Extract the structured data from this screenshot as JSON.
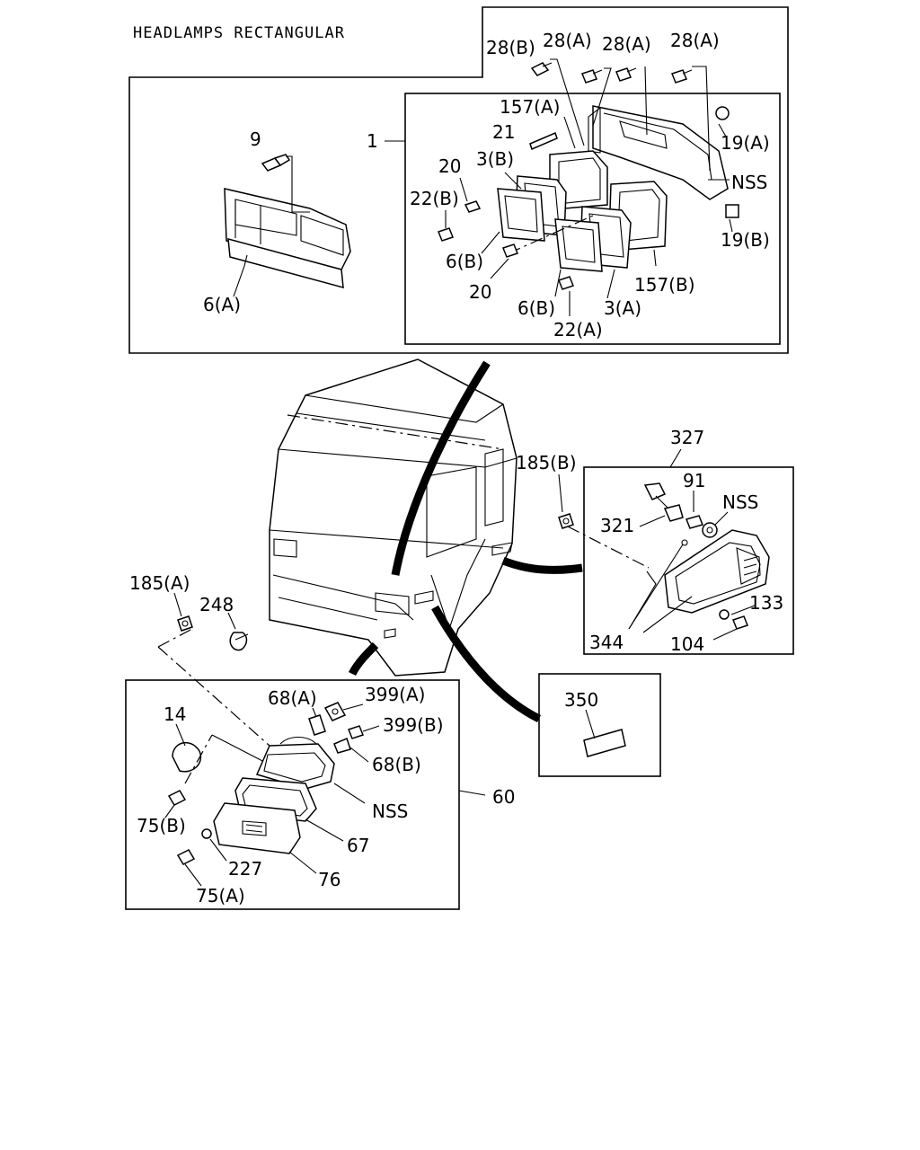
{
  "title": "HEADLAMPS RECTANGULAR",
  "labels": {
    "l_28b": "28(B)",
    "l_28a_1": "28(A)",
    "l_28a_2": "28(A)",
    "l_28a_3": "28(A)",
    "l_157a": "157(A)",
    "l_21": "21",
    "l_1": "1",
    "l_9": "9",
    "l_20_top": "20",
    "l_3b": "3(B)",
    "l_22b": "22(B)",
    "l_19a": "19(A)",
    "l_nss_top": "NSS",
    "l_19b": "19(B)",
    "l_6b_left": "6(B)",
    "l_20_bot": "20",
    "l_157b": "157(B)",
    "l_6b_bot": "6(B)",
    "l_3a": "3(A)",
    "l_22a": "22(A)",
    "l_6a": "6(A)",
    "l_327": "327",
    "l_185b": "185(B)",
    "l_91": "91",
    "l_nss_right": "NSS",
    "l_321": "321",
    "l_133": "133",
    "l_344": "344",
    "l_104": "104",
    "l_185a": "185(A)",
    "l_248": "248",
    "l_68a": "68(A)",
    "l_399a": "399(A)",
    "l_14": "14",
    "l_399b": "399(B)",
    "l_68b": "68(B)",
    "l_nss_bot": "NSS",
    "l_60": "60",
    "l_75b": "75(B)",
    "l_67": "67",
    "l_227": "227",
    "l_76": "76",
    "l_75a": "75(A)",
    "l_350": "350"
  }
}
